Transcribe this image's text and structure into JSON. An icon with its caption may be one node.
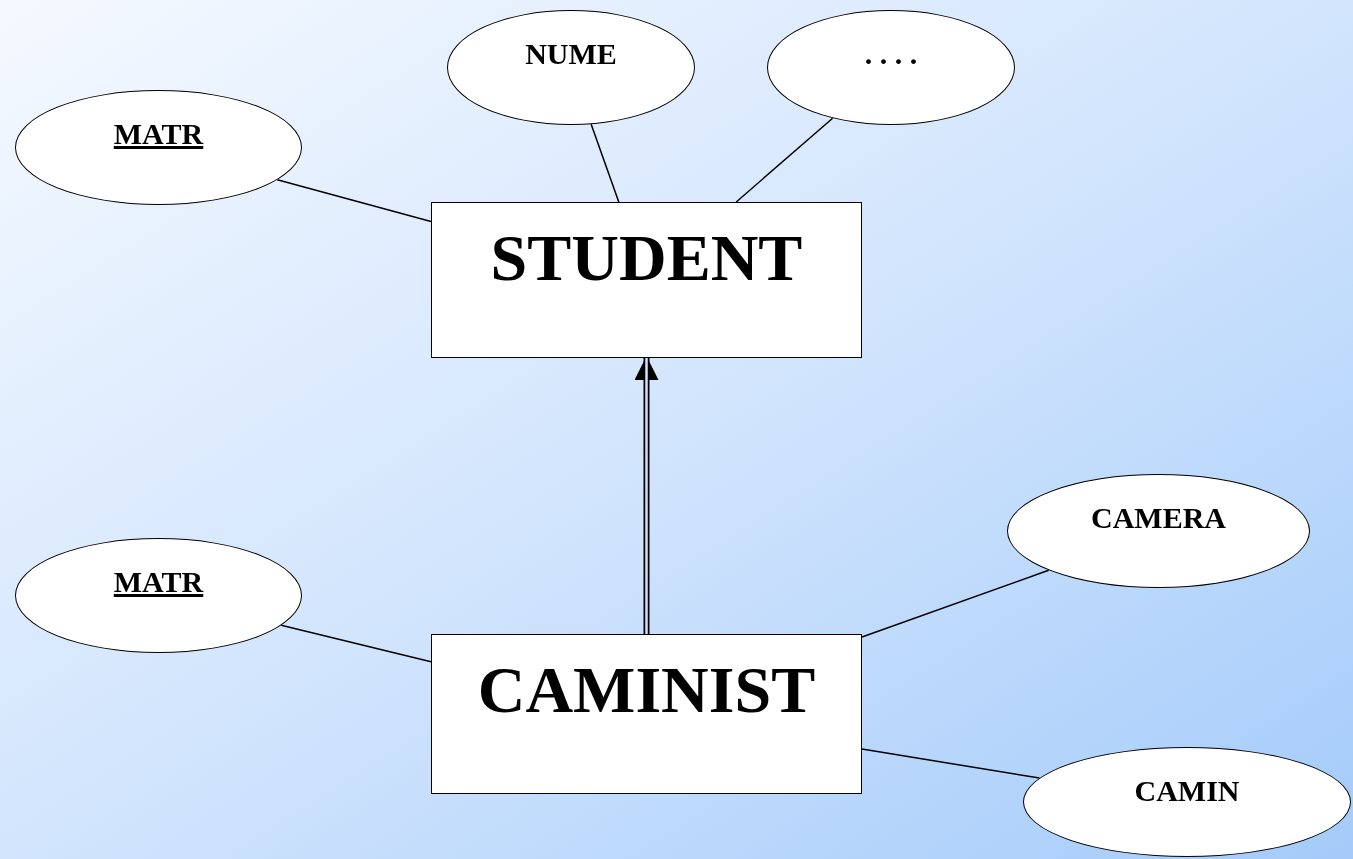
{
  "diagram": {
    "nodes": [
      {
        "text": [
          "MATR"
        ]
      },
      {
        "text": [
          "NUME"
        ]
      },
      {
        "text": [
          ". . . ."
        ]
      },
      {
        "text": [
          "STUDENT"
        ]
      },
      {
        "text": [
          "MATR"
        ]
      },
      {
        "text": [
          "CAMERA"
        ]
      },
      {
        "text": [
          "CAMINIST"
        ]
      },
      {
        "text": [
          "CAMIN"
        ]
      }
    ],
    "edges": [
      {
        "from": 0,
        "to": 3,
        "arrow": "none"
      },
      {
        "from": 1,
        "to": 3,
        "arrow": "none"
      },
      {
        "from": 2,
        "to": 3,
        "arrow": "none"
      },
      {
        "from": 6,
        "to": 3,
        "arrow": "to",
        "style": "thick"
      },
      {
        "from": 4,
        "to": 6,
        "arrow": "none"
      },
      {
        "from": 5,
        "to": 6,
        "arrow": "none"
      },
      {
        "from": 7,
        "to": 6,
        "arrow": "none"
      }
    ]
  }
}
